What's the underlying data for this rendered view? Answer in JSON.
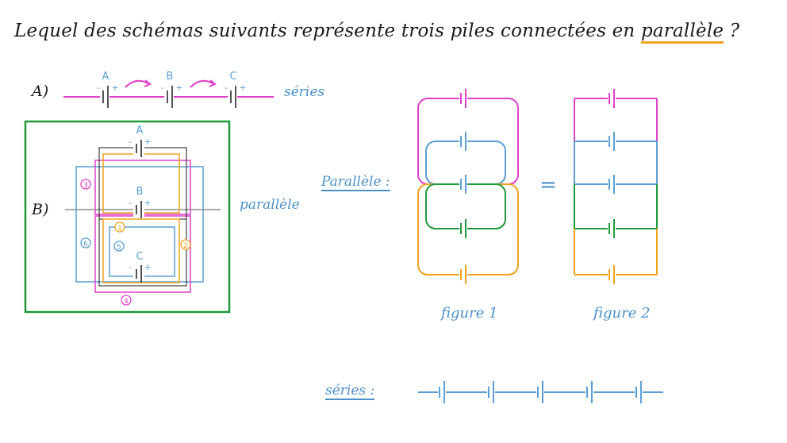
{
  "title": {
    "prefix": "Lequel des schémas suivants représente trois piles connectées en ",
    "highlight": "parallèle",
    "suffix": " ?"
  },
  "option_a": {
    "label": "A)",
    "batteries": [
      "A",
      "B",
      "C"
    ],
    "type_label": "séries"
  },
  "option_b": {
    "label": "B)",
    "batteries": [
      "A",
      "B",
      "C"
    ],
    "type_label": "parallèle",
    "loop_numbers": [
      "1",
      "2",
      "3",
      "4",
      "5",
      "6"
    ]
  },
  "battery_signs": {
    "minus": "-",
    "plus": "+"
  },
  "parallel_label": "Parallèle :",
  "equals": "=",
  "figure1": "figure 1",
  "figure2": "figure 2",
  "series_label": "séries :",
  "colors": {
    "magenta": "#e040c8",
    "blue": "#5a9fd4",
    "green": "#1e9a3a",
    "orange": "#f0a31e",
    "ink": "#1a1a1a"
  }
}
